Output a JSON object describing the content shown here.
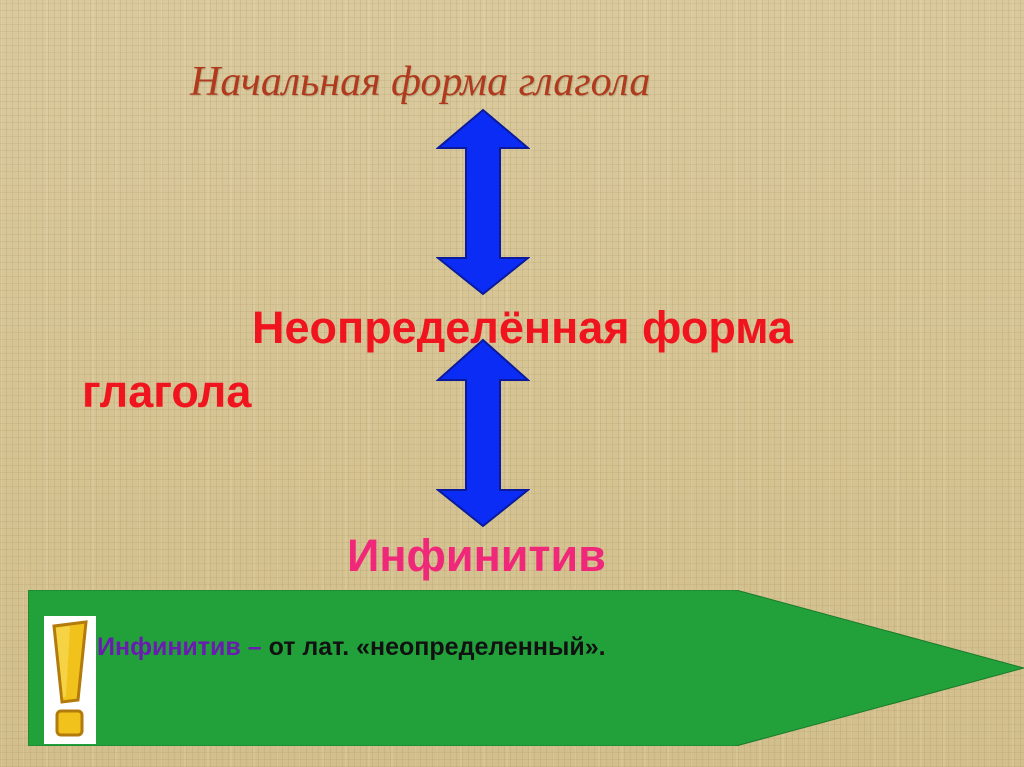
{
  "slide": {
    "title": "Начальная форма глагола",
    "indefinite_form": "Неопределённая форма глагола",
    "infinitive": "Инфинитив",
    "note": {
      "term": "Инфинитив",
      "dash": " – ",
      "rest": "от лат. «неопределенный»."
    }
  },
  "colors": {
    "title": "#b03a1e",
    "indefinite_form": "#f0141e",
    "infinitive": "#f0287a",
    "arrows": "#0a2cf5",
    "banner": "#22a13a",
    "note_term": "#6a1cb0",
    "exclamation": "#f2c21c"
  },
  "icons": {
    "arrows": "double-vertical-arrow-icon",
    "exclamation": "exclamation-mark-icon"
  }
}
